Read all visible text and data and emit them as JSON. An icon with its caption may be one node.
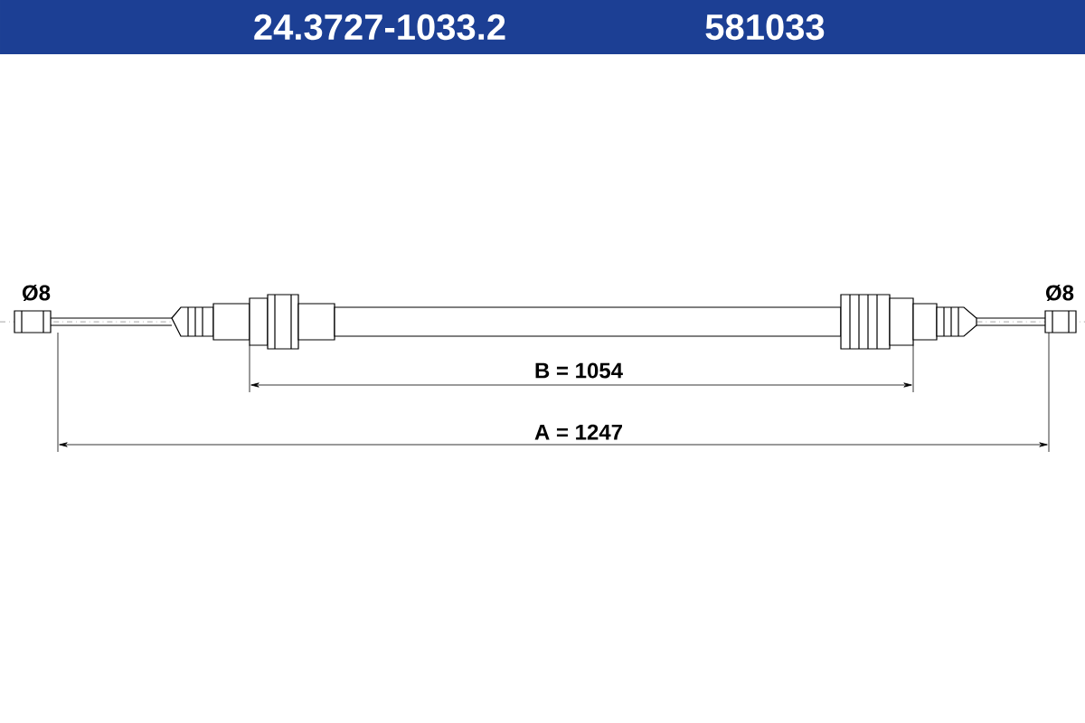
{
  "diagram": {
    "title": "24.3727-1033.2",
    "labels": [
      "581033",
      "Ø8",
      "Ø8",
      "B = 1054",
      "A = 1247"
    ]
  }
}
